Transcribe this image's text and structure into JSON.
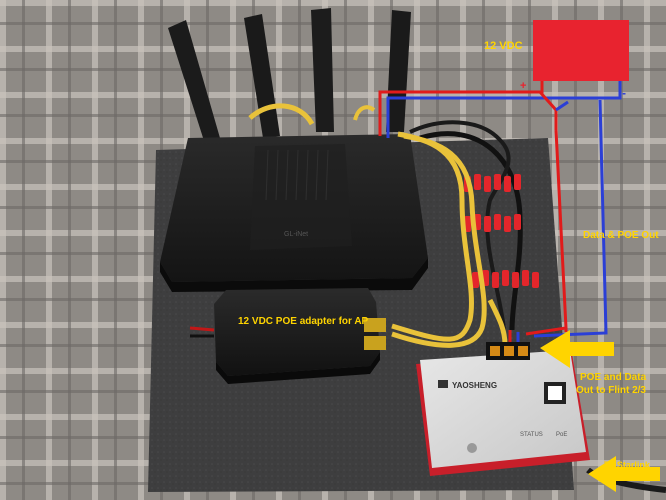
{
  "labels": {
    "power_supply": "12 VDC",
    "poe_adapter": "12 VDC POE adapter for AP",
    "data_poe_out": "Data & POE Out",
    "poe_data_out_line1": "POE and Data",
    "poe_data_out_line2": "Out to Flint 2/3",
    "to_starlink": "To Starlink",
    "plus_sign": "+",
    "minus_sign": "-"
  },
  "device_text": {
    "router_brand": "GL-iNet",
    "injector_brand": "YAOSHENG",
    "injector_status": "STATUS",
    "injector_poe": "PoE"
  },
  "colors": {
    "annotation_yellow": "#ffd400",
    "power_red": "#e8232f",
    "wire_red": "#e11b1b",
    "wire_blue": "#2b3fd6",
    "cable_yellow": "#e9c23a"
  }
}
